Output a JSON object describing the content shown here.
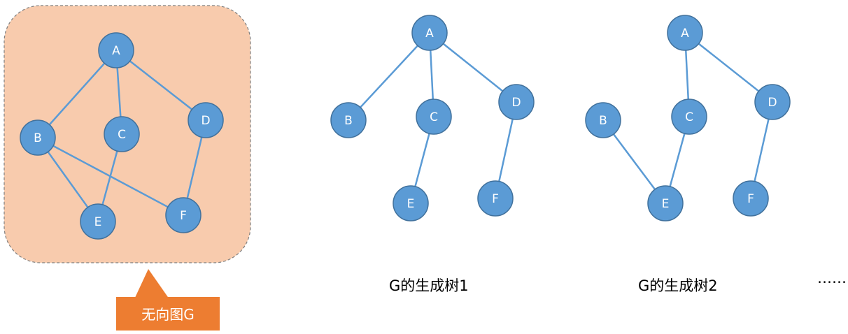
{
  "graphs": [
    {
      "id": "graph-g",
      "nodes": [
        "A",
        "B",
        "C",
        "D",
        "E",
        "F"
      ],
      "edges": [
        [
          "A",
          "B"
        ],
        [
          "A",
          "C"
        ],
        [
          "A",
          "D"
        ],
        [
          "B",
          "E"
        ],
        [
          "B",
          "F"
        ],
        [
          "C",
          "E"
        ],
        [
          "D",
          "F"
        ]
      ]
    },
    {
      "id": "spanning-tree-1",
      "nodes": [
        "A",
        "B",
        "C",
        "D",
        "E",
        "F"
      ],
      "edges": [
        [
          "A",
          "B"
        ],
        [
          "A",
          "C"
        ],
        [
          "A",
          "D"
        ],
        [
          "C",
          "E"
        ],
        [
          "D",
          "F"
        ]
      ]
    },
    {
      "id": "spanning-tree-2",
      "nodes": [
        "A",
        "B",
        "C",
        "D",
        "E",
        "F"
      ],
      "edges": [
        [
          "A",
          "C"
        ],
        [
          "A",
          "D"
        ],
        [
          "B",
          "E"
        ],
        [
          "C",
          "E"
        ],
        [
          "D",
          "F"
        ]
      ]
    }
  ],
  "callout": {
    "label": "无向图G",
    "fill_color": "#ed7d31"
  },
  "panel": {
    "fill_color": "#f8cbad"
  },
  "captions": {
    "tree1": "G的生成树1",
    "tree2": "G的生成树2",
    "ellipsis": "……"
  },
  "colors": {
    "node": "#5b9bd5",
    "edge": "#5b9bd5"
  }
}
